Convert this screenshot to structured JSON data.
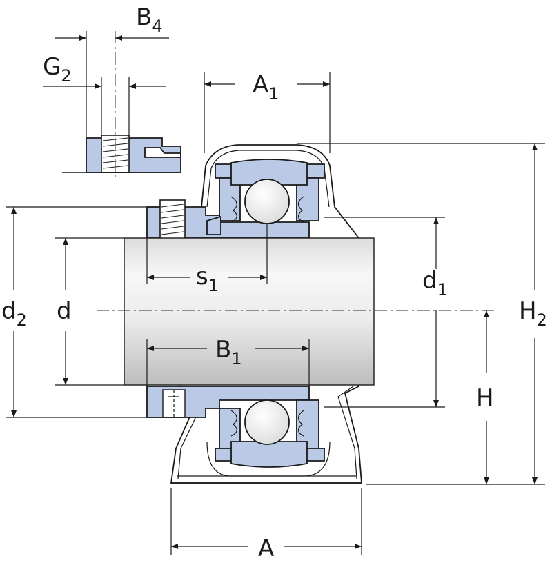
{
  "labels": {
    "A": "A",
    "A1_main": "A",
    "A1_sub": "1",
    "B1_main": "B",
    "B1_sub": "1",
    "B4_main": "B",
    "B4_sub": "4",
    "G2_main": "G",
    "G2_sub": "2",
    "H": "H",
    "H2_main": "H",
    "H2_sub": "2",
    "d": "d",
    "d1_main": "d",
    "d1_sub": "1",
    "d2_main": "d",
    "d2_sub": "2",
    "s1_main": "s",
    "s1_sub": "1"
  },
  "colors": {
    "part_fill": "#b9c9e6",
    "line": "#1a1a1a",
    "shaft_light": "#f4f4f4",
    "shaft_dark": "#c9c9c9"
  }
}
